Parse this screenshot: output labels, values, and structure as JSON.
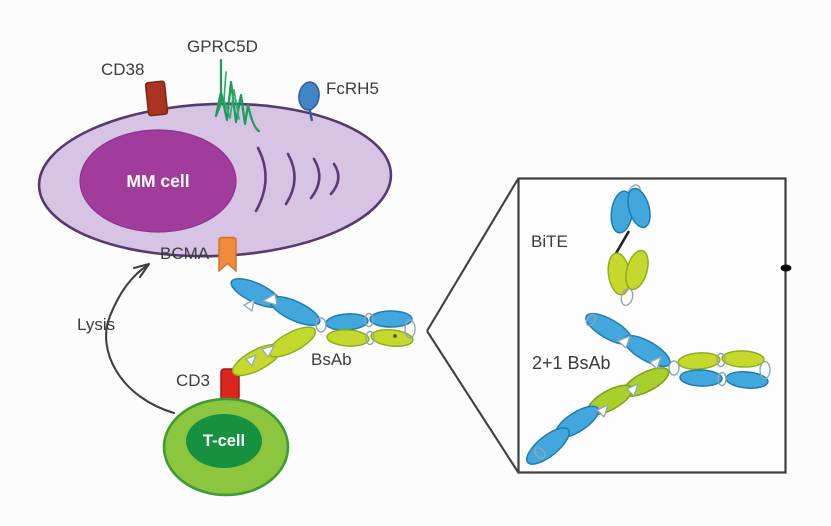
{
  "labels": {
    "cd38": "CD38",
    "gprc5d": "GPRC5D",
    "fcrh5": "FcRH5",
    "mm_cell": "MM cell",
    "bcma": "BCMA",
    "lysis": "Lysis",
    "cd3": "CD3",
    "t_cell": "T-cell",
    "bsab": "BsAb",
    "bite": "BiTE",
    "bsab_2plus1": "2+1 BsAb"
  },
  "colors": {
    "background": "#fcfcfc",
    "mm_cell_fill": "#d7c3e4",
    "mm_cell_border": "#573a6b",
    "mm_nucleus": "#a13c9d",
    "signal_waves": "#5d3a74",
    "cd38_marker": "#ab3421",
    "gprc5d_marker": "#1e9c5f",
    "fcrh5_marker": "#4285c5",
    "bcma_marker": "#f08a3c",
    "cd3_marker": "#d9261f",
    "t_cell_fill": "#8cc63e",
    "t_cell_border": "#3f9c35",
    "t_cell_nucleus": "#169140",
    "antibody_blue": "#41a7dc",
    "antibody_yellow": "#c5d82e",
    "antibody_green": "#a9cf2b",
    "label_text": "#3c3c3c",
    "outline": "#3f3f3f"
  }
}
